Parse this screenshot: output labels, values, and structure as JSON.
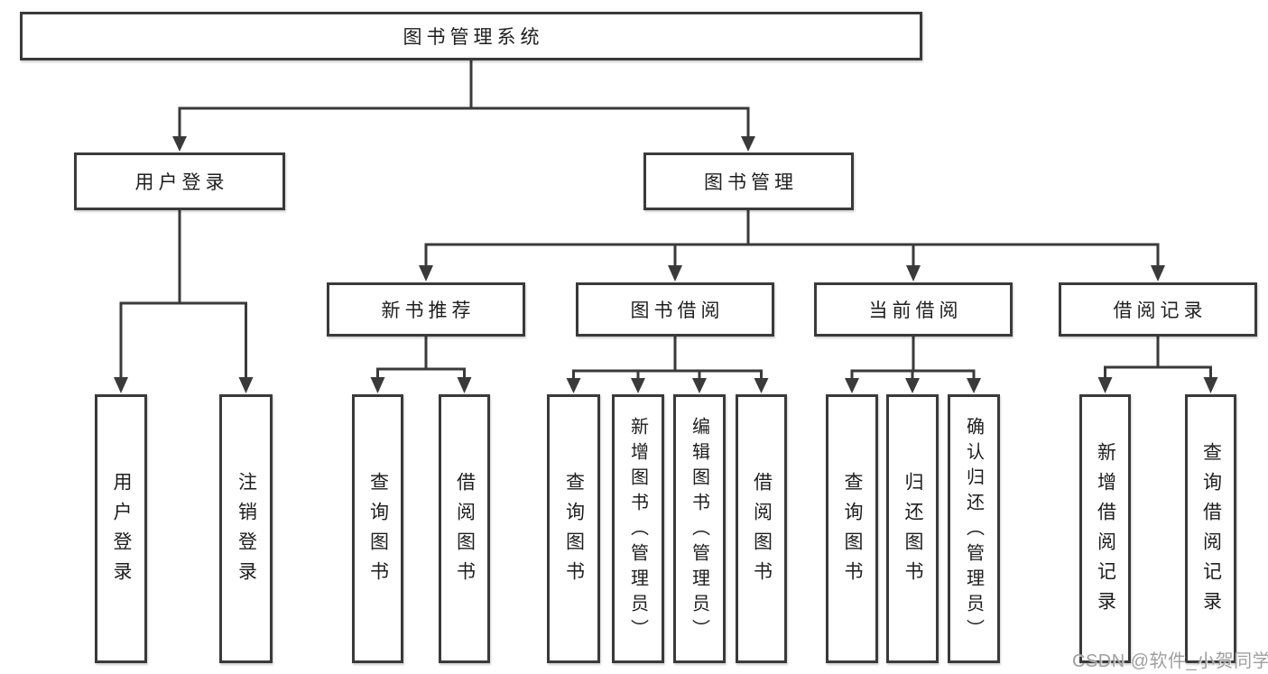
{
  "tree": {
    "root": "图书管理系统",
    "login_branch": {
      "label": "用户登录",
      "children": [
        "用户登录",
        "注销登录"
      ]
    },
    "mgmt_branch": {
      "label": "图书管理",
      "groups": [
        {
          "label": "新书推荐",
          "children": [
            "查询图书",
            "借阅图书"
          ]
        },
        {
          "label": "图书借阅",
          "children": [
            "查询图书",
            "新增图书（管理员）",
            "编辑图书（管理员）",
            "借阅图书"
          ]
        },
        {
          "label": "当前借阅",
          "children": [
            "查询图书",
            "归还图书",
            "确认归还（管理员）"
          ]
        },
        {
          "label": "借阅记录",
          "children": [
            "新增借阅记录",
            "查询借阅记录"
          ]
        }
      ]
    }
  },
  "watermark": "CSDN @软件_小贺同学",
  "colors": {
    "line": "#3a3a3a",
    "text": "#1e1e1e",
    "background": "#ffffff",
    "watermark": "#9f9f9f"
  }
}
